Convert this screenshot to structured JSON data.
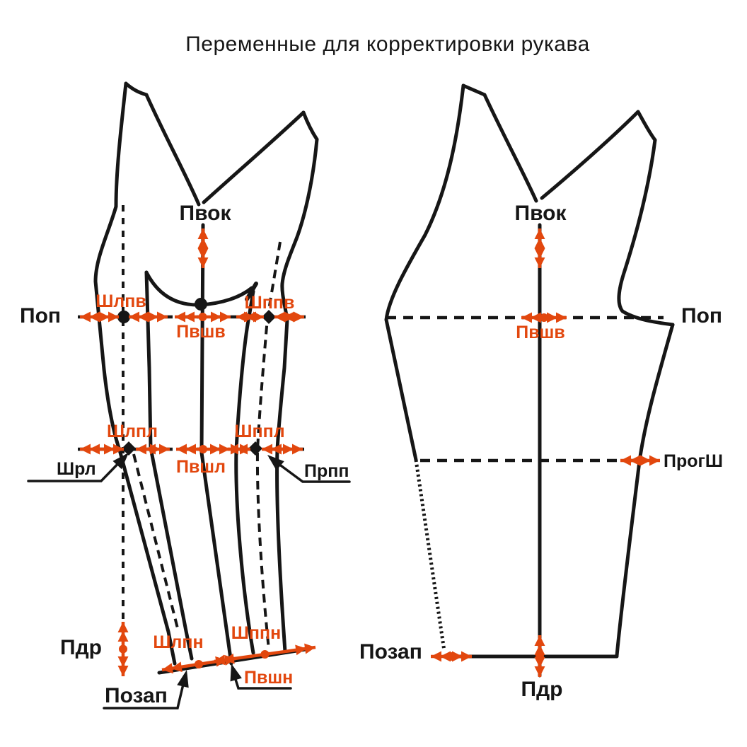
{
  "title": "Переменные для корректировки рукава",
  "colors": {
    "accent": "#e2470e",
    "ink": "#161616",
    "background": "#ffffff"
  },
  "labels": {
    "pvok": "Пвок",
    "pop": "Поп",
    "shlpv": "Шлпв",
    "shppv": "Шппв",
    "pvshv": "Пвшв",
    "shlpl": "Шлпл",
    "shppl": "Шппл",
    "pvshl": "Пвшл",
    "shrl": "Шрл",
    "prpp": "Прпп",
    "pdr": "Пдр",
    "shlpn": "Шлпн",
    "shppn": "Шппн",
    "pvshn": "Пвшн",
    "pozap": "Позап",
    "progsh": "ПрогШ"
  }
}
